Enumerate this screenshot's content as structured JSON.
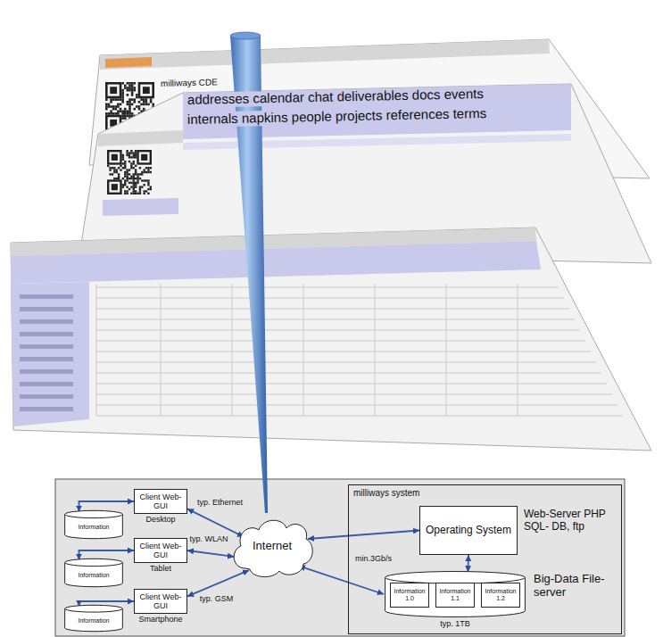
{
  "diagram": {
    "nodes": [
      {
        "text": [
          "Client Web-GUI",
          "Desktop"
        ]
      },
      {
        "text": [
          "Information"
        ]
      },
      {
        "text": [
          "Client Web-GUI",
          "Tablet"
        ]
      },
      {
        "text": [
          "Information"
        ]
      },
      {
        "text": [
          "Client Web-GUI",
          "Smartphone"
        ]
      },
      {
        "text": [
          "Information"
        ]
      },
      {
        "text": [
          "Internet"
        ]
      },
      {
        "text": [
          "milliways system"
        ]
      },
      {
        "text": [
          "Operating System",
          "Web-Server PHP SQL- DB, ftp"
        ],
        "in": 7
      },
      {
        "text": [
          "Big-Data File-server",
          "typ. 1TB"
        ],
        "in": 7
      },
      {
        "text": [
          "Information 1.0"
        ],
        "in": 9
      },
      {
        "text": [
          "Information 1.1"
        ],
        "in": 9
      },
      {
        "text": [
          "Information 1.2"
        ],
        "in": 9
      }
    ],
    "edges": [
      {
        "from": 0,
        "to": 6,
        "label": "typ. Ethernet",
        "arrow": "both"
      },
      {
        "from": 2,
        "to": 6,
        "label": "typ. WLAN",
        "arrow": "both"
      },
      {
        "from": 4,
        "to": 6,
        "label": "typ. GSM",
        "arrow": "both"
      },
      {
        "from": 6,
        "to": 8,
        "arrow": "both"
      },
      {
        "from": 6,
        "to": 9,
        "label": "min.3Gb/s",
        "arrow": "both"
      },
      {
        "from": 8,
        "to": 9,
        "arrow": "both"
      },
      {
        "from": 1,
        "to": 0,
        "arrow": "both"
      },
      {
        "from": 3,
        "to": 2,
        "arrow": "both"
      },
      {
        "from": 5,
        "to": 4,
        "arrow": "both"
      }
    ],
    "labels": [
      "milliways CDE",
      "addresses calendar chat deliverables docs events",
      "internals napkins people projects references terms"
    ]
  }
}
